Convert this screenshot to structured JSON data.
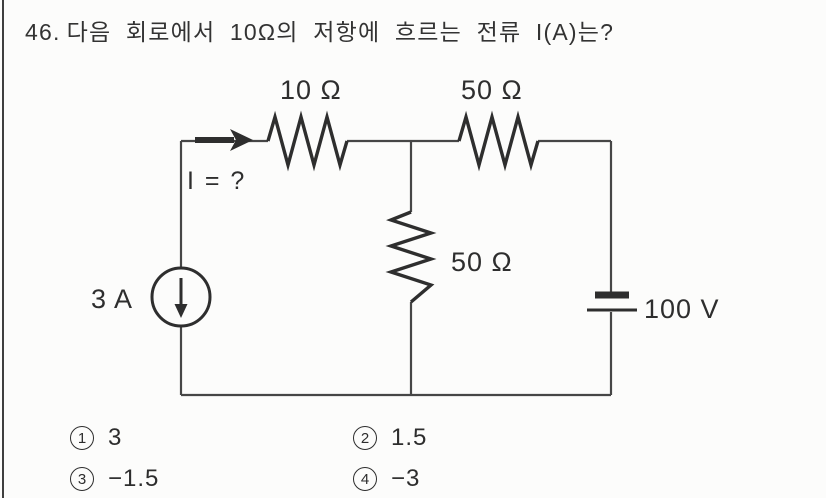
{
  "question": {
    "number": "46.",
    "text": "다음 회로에서 10Ω의 저항에 흐르는 전류 I(A)는?"
  },
  "circuit": {
    "resistor_top_left_label": "10 Ω",
    "resistor_top_right_label": "50 Ω",
    "resistor_middle_label": "50 Ω",
    "current_source_label": "3 A",
    "voltage_source_label": "100 V",
    "current_question_label": "I = ?"
  },
  "choices": [
    {
      "number": "1",
      "value": "3"
    },
    {
      "number": "2",
      "value": "1.5"
    },
    {
      "number": "3",
      "value": "−1.5"
    },
    {
      "number": "4",
      "value": "−3"
    }
  ],
  "colors": {
    "paper": "#fcfcfb",
    "ink": "#2e2e2e",
    "wire": "#464646"
  }
}
